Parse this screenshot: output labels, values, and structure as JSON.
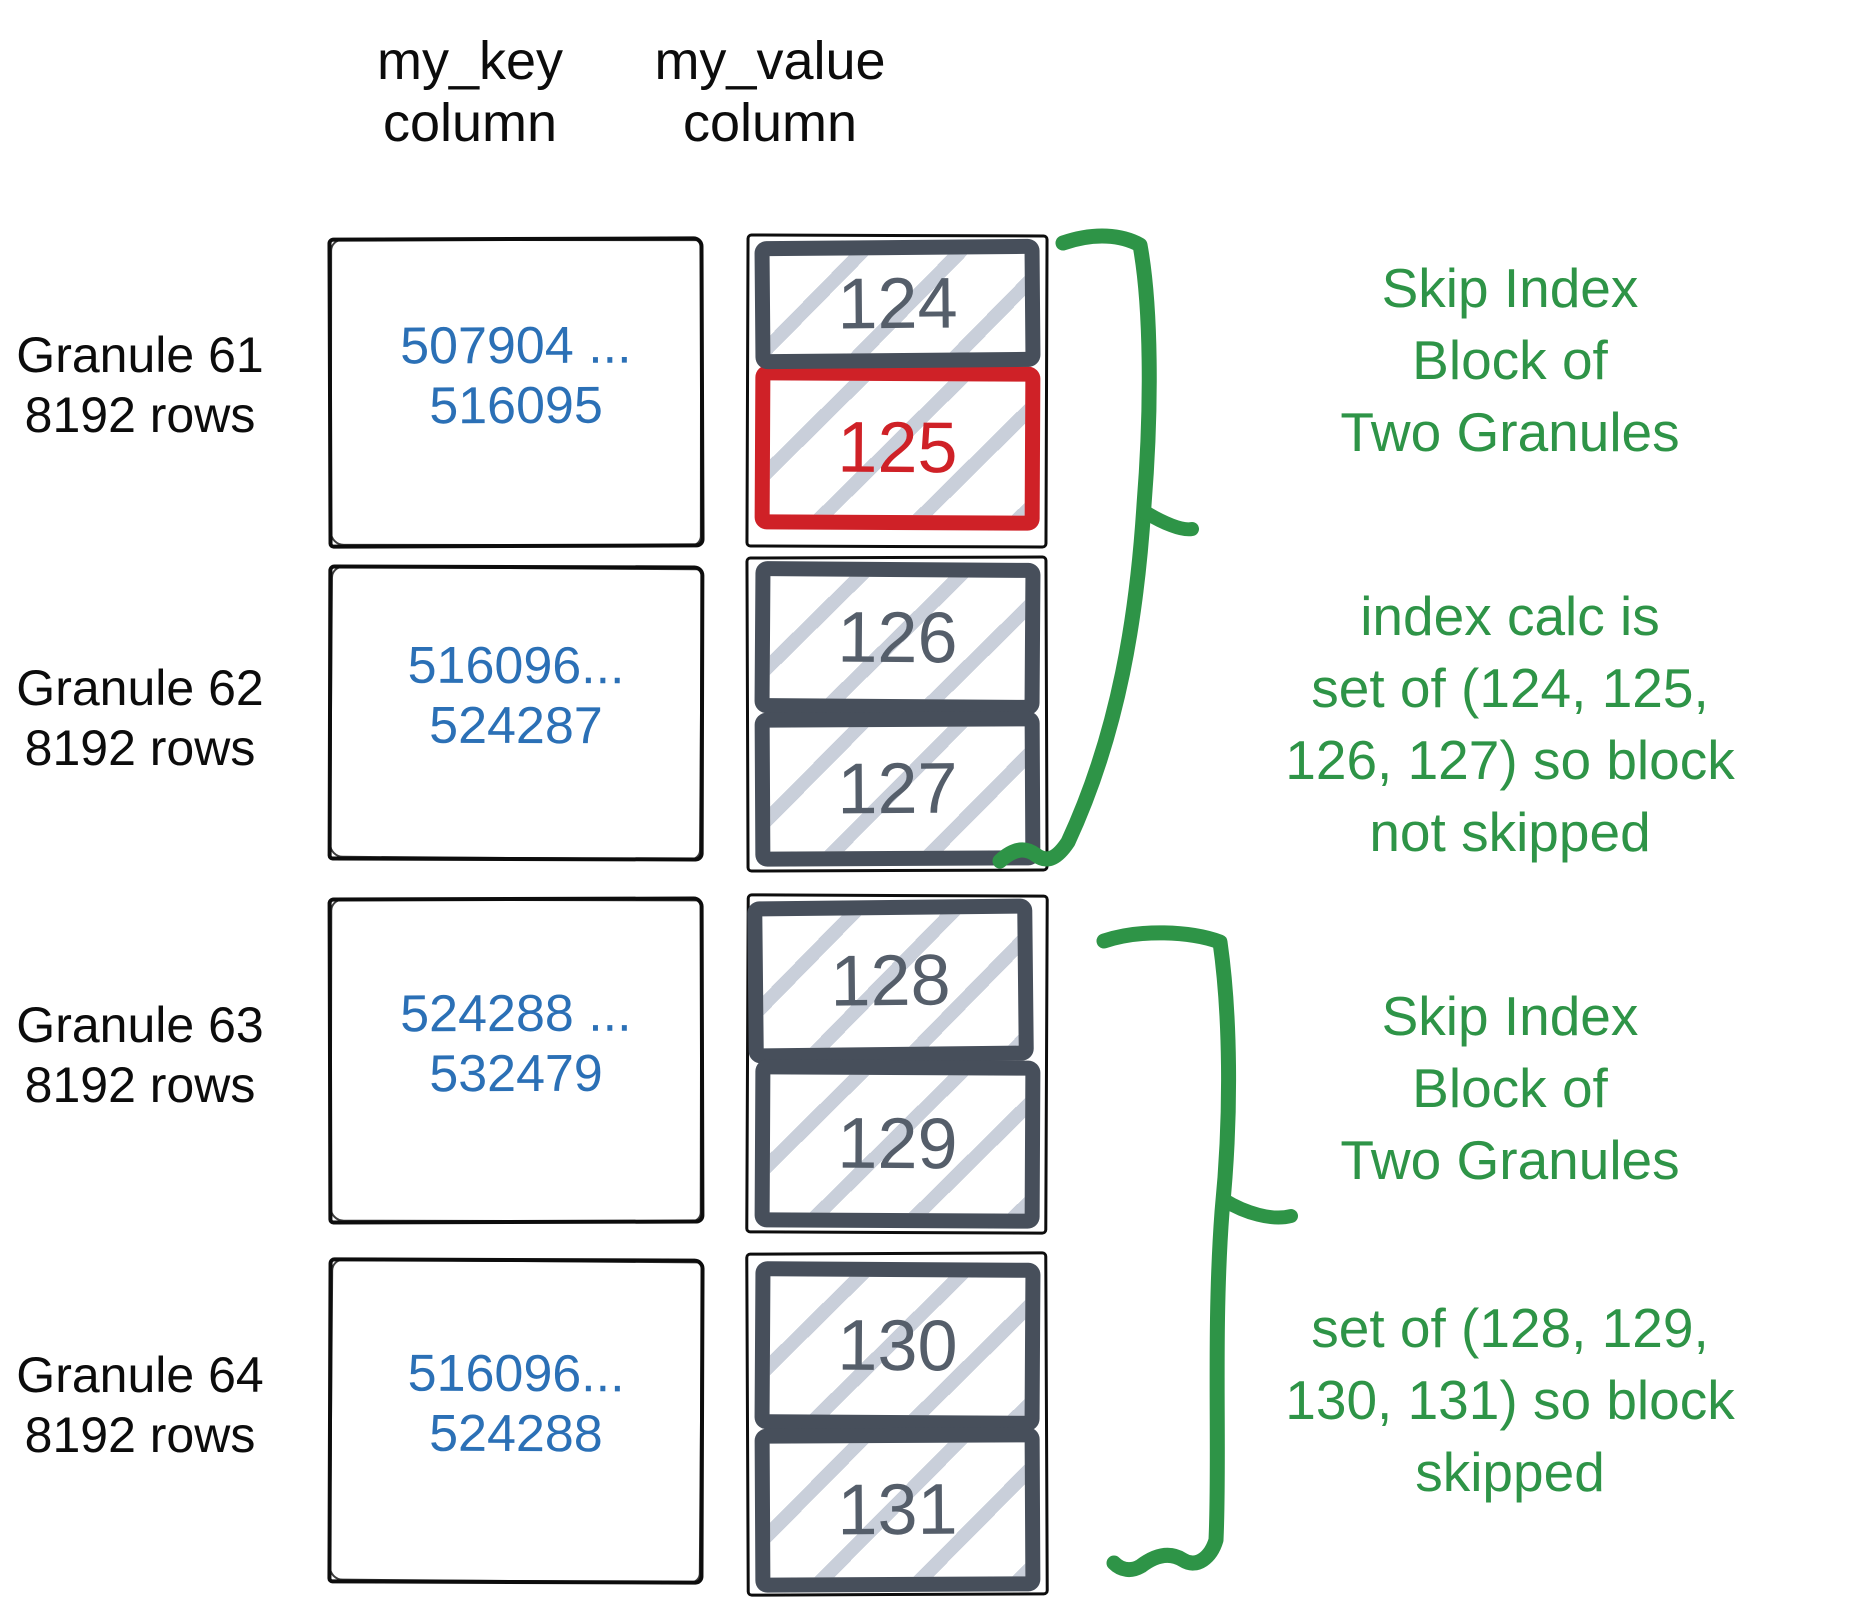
{
  "colors": {
    "green": "#2e9447",
    "blue": "#2b70b6",
    "red": "#cf2127",
    "slate": "#474f5b",
    "hatch": "#c9cfda"
  },
  "columns": {
    "key_header": [
      "my_key",
      "column"
    ],
    "value_header": [
      "my_value",
      "column"
    ]
  },
  "granules": [
    {
      "label": [
        "Granule 61",
        "8192 rows"
      ],
      "key_range": [
        "507904 ...",
        "516095"
      ],
      "blocks": [
        {
          "value": "124",
          "highlight": false
        },
        {
          "value": "125",
          "highlight": true
        }
      ]
    },
    {
      "label": [
        "Granule 62",
        "8192 rows"
      ],
      "key_range": [
        "516096...",
        "524287"
      ],
      "blocks": [
        {
          "value": "126",
          "highlight": false
        },
        {
          "value": "127",
          "highlight": false
        }
      ]
    },
    {
      "label": [
        "Granule 63",
        "8192 rows"
      ],
      "key_range": [
        "524288 ...",
        "532479"
      ],
      "blocks": [
        {
          "value": "128",
          "highlight": false
        },
        {
          "value": "129",
          "highlight": false
        }
      ]
    },
    {
      "label": [
        "Granule 64",
        "8192 rows"
      ],
      "key_range": [
        "516096...",
        "524288"
      ],
      "blocks": [
        {
          "value": "130",
          "highlight": false
        },
        {
          "value": "131",
          "highlight": false
        }
      ]
    }
  ],
  "annotations": [
    {
      "lines": [
        "Skip Index",
        "Block of",
        "Two Granules"
      ]
    },
    {
      "lines": [
        "index calc is",
        "set of (124, 125,",
        "126, 127) so block",
        "not skipped"
      ]
    },
    {
      "lines": [
        "Skip Index",
        "Block of",
        "Two Granules"
      ]
    },
    {
      "lines": [
        "set of (128, 129,",
        "130, 131) so block",
        "skipped"
      ]
    }
  ]
}
